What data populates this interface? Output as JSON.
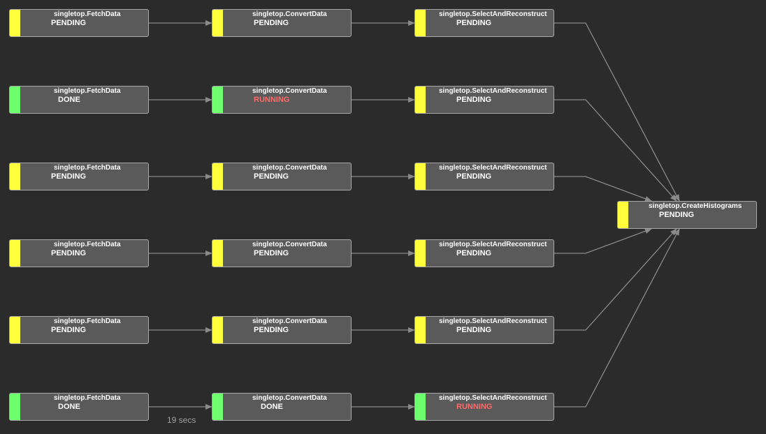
{
  "colors": {
    "background": "#2b2b2b",
    "node_fill": "#5a5a5a",
    "node_border": "#a8a8a8",
    "edge": "#8a8a8a",
    "PENDING": "#ffff3b",
    "DONE": "#6dff6d",
    "RUNNING_bar": "#6dff6d",
    "RUNNING_text": "#ff6b6b"
  },
  "workflow": {
    "rows": [
      {
        "fetch": {
          "name": "singletop.FetchData",
          "state": "PENDING"
        },
        "convert": {
          "name": "singletop.ConvertData",
          "state": "PENDING"
        },
        "select": {
          "name": "singletop.SelectAndReconstruct",
          "state": "PENDING"
        }
      },
      {
        "fetch": {
          "name": "singletop.FetchData",
          "state": "DONE"
        },
        "convert": {
          "name": "singletop.ConvertData",
          "state": "RUNNING"
        },
        "select": {
          "name": "singletop.SelectAndReconstruct",
          "state": "PENDING"
        }
      },
      {
        "fetch": {
          "name": "singletop.FetchData",
          "state": "PENDING"
        },
        "convert": {
          "name": "singletop.ConvertData",
          "state": "PENDING"
        },
        "select": {
          "name": "singletop.SelectAndReconstruct",
          "state": "PENDING"
        }
      },
      {
        "fetch": {
          "name": "singletop.FetchData",
          "state": "PENDING"
        },
        "convert": {
          "name": "singletop.ConvertData",
          "state": "PENDING"
        },
        "select": {
          "name": "singletop.SelectAndReconstruct",
          "state": "PENDING"
        }
      },
      {
        "fetch": {
          "name": "singletop.FetchData",
          "state": "PENDING"
        },
        "convert": {
          "name": "singletop.ConvertData",
          "state": "PENDING"
        },
        "select": {
          "name": "singletop.SelectAndReconstruct",
          "state": "PENDING"
        }
      },
      {
        "fetch": {
          "name": "singletop.FetchData",
          "state": "DONE"
        },
        "convert": {
          "name": "singletop.ConvertData",
          "state": "DONE"
        },
        "select": {
          "name": "singletop.SelectAndReconstruct",
          "state": "RUNNING"
        }
      }
    ],
    "final": {
      "name": "singletop.CreateHistograms",
      "state": "PENDING"
    },
    "duration_label": "19 secs"
  }
}
